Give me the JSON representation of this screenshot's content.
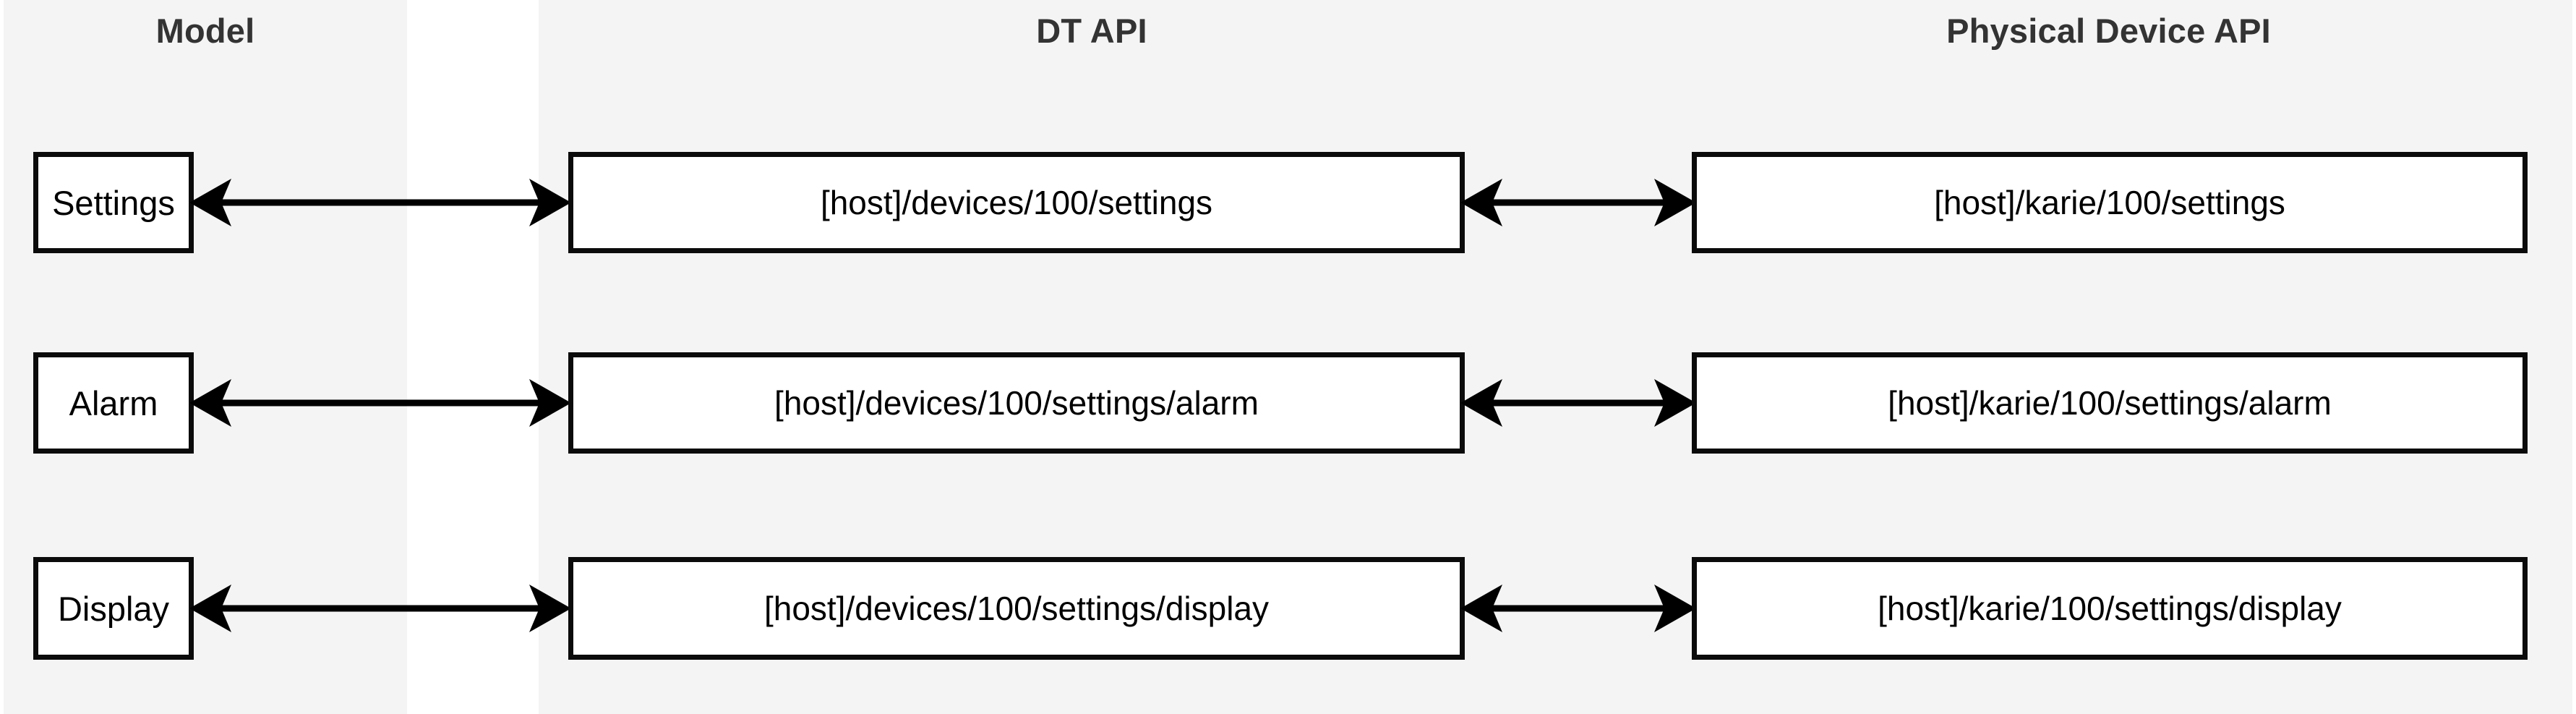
{
  "diagram": {
    "title": "DT API and Physical Device API mapping",
    "background_color": "#ffffff",
    "lane_color": "#f4f4f4",
    "box_border_color": "#0b0b0b",
    "box_fill_color": "#ffffff",
    "header_text_color": "#333333",
    "arrow_color": "#000000",
    "lanes": [
      {
        "key": "model",
        "header": "Model"
      },
      {
        "key": "dt_api",
        "header": "DT API"
      },
      {
        "key": "physical_device_api",
        "header": "Physical Device API"
      }
    ],
    "rows": [
      {
        "model": "Settings",
        "dt_api": "[host]/devices/100/settings",
        "physical_device_api": "[host]/karie/100/settings",
        "connector_left": "bidirectional-arrow",
        "connector_right": "bidirectional-arrow"
      },
      {
        "model": "Alarm",
        "dt_api": "[host]/devices/100/settings/alarm",
        "physical_device_api": "[host]/karie/100/settings/alarm",
        "connector_left": "bidirectional-arrow",
        "connector_right": "bidirectional-arrow"
      },
      {
        "model": "Display",
        "dt_api": "[host]/devices/100/settings/display",
        "physical_device_api": "[host]/karie/100/settings/display",
        "connector_left": "bidirectional-arrow",
        "connector_right": "bidirectional-arrow"
      }
    ]
  }
}
